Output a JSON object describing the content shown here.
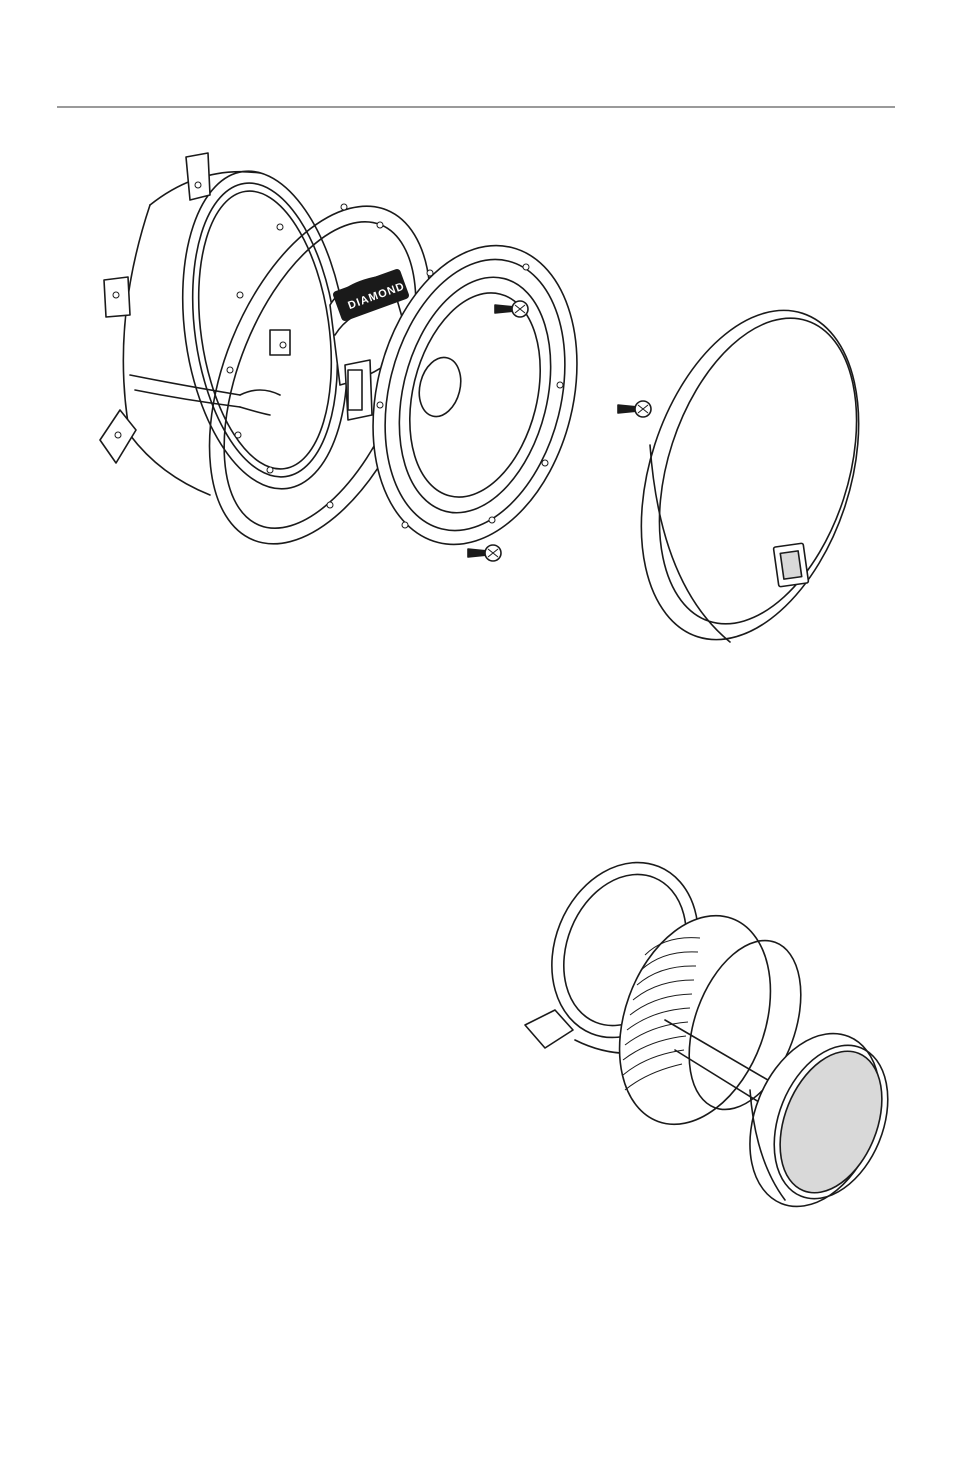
{
  "page": {
    "figures": [
      {
        "id": "woofer-assembly",
        "icon": "speaker-exploded-view-icon"
      },
      {
        "id": "tweeter-assembly",
        "icon": "tweeter-exploded-view-icon"
      }
    ]
  },
  "woofer": {
    "brand_mark": "DIAMOND"
  },
  "colors": {
    "line": "#1a1a1a",
    "rule": "#9a9a9a",
    "background": "#ffffff"
  }
}
